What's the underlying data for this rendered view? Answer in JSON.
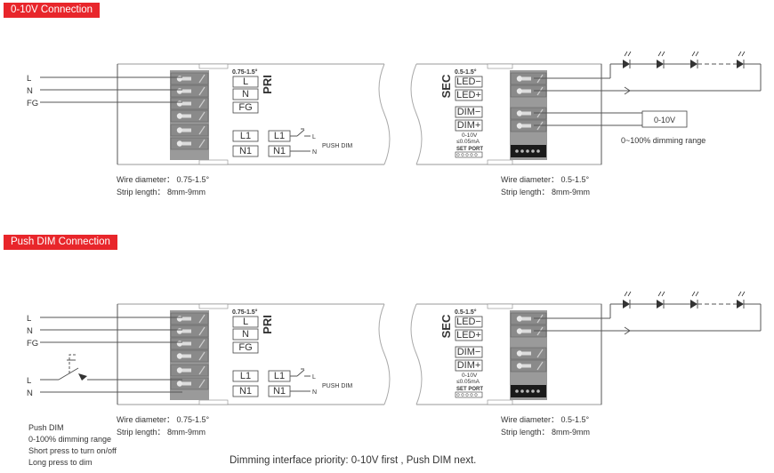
{
  "sections": [
    {
      "title": "0-10V Connection",
      "inputs": [
        "L",
        "N",
        "FG"
      ],
      "pri_label": "PRI",
      "pri_wire_spec": "0.75-1.5°",
      "pri_terminals": [
        "L",
        "N",
        "FG"
      ],
      "dim_terminals": [
        "L1",
        "N1"
      ],
      "switch_terminals": [
        "L1",
        "N1"
      ],
      "switch_lines": [
        "L",
        "N"
      ],
      "push_dim": "PUSH DIM",
      "sec_label": "SEC",
      "sec_wire_spec": "0.5-1.5°",
      "led_terminals": [
        "LED−",
        "LED+"
      ],
      "dim_inputs": [
        "DIM−",
        "DIM+"
      ],
      "dim_spec": "0-10V",
      "dim_current": "≤0.05mA",
      "set_port": "SET PORT",
      "dimmer_box": "0-10V",
      "dimmer_caption": "0~100% dimming range",
      "left_wire_diameter": "Wire diameter： 0.75-1.5°",
      "left_strip_length": "Strip length： 8mm-9mm",
      "right_wire_diameter": "Wire diameter： 0.5-1.5°",
      "right_strip_length": "Strip length： 8mm-9mm"
    },
    {
      "title": "Push DIM Connection",
      "inputs": [
        "L",
        "N",
        "FG"
      ],
      "switch_inputs": [
        "L",
        "N"
      ],
      "pri_label": "PRI",
      "pri_wire_spec": "0.75-1.5°",
      "pri_terminals": [
        "L",
        "N",
        "FG"
      ],
      "dim_terminals": [
        "L1",
        "N1"
      ],
      "switch_terminals": [
        "L1",
        "N1"
      ],
      "switch_lines": [
        "L",
        "N"
      ],
      "push_dim": "PUSH DIM",
      "sec_label": "SEC",
      "sec_wire_spec": "0.5-1.5°",
      "led_terminals": [
        "LED−",
        "LED+"
      ],
      "dim_inputs": [
        "DIM−",
        "DIM+"
      ],
      "dim_spec": "0-10V",
      "dim_current": "≤0.05mA",
      "set_port": "SET PORT",
      "left_wire_diameter": "Wire diameter： 0.75-1.5°",
      "left_strip_length": "Strip length： 8mm-9mm",
      "right_wire_diameter": "Wire diameter： 0.5-1.5°",
      "right_strip_length": "Strip length： 8mm-9mm",
      "push_notes": [
        "Push DIM",
        "0-100% dimming range",
        "Short press to turn on/off",
        "Long press to dim"
      ]
    }
  ],
  "priority_note": "Dimming interface priority: 0-10V first , Push DIM next.",
  "colors": {
    "banner": "#e8262b",
    "line": "#555555",
    "terminal": "#8a8a8a",
    "terminal_dark": "#6d6d6d"
  }
}
